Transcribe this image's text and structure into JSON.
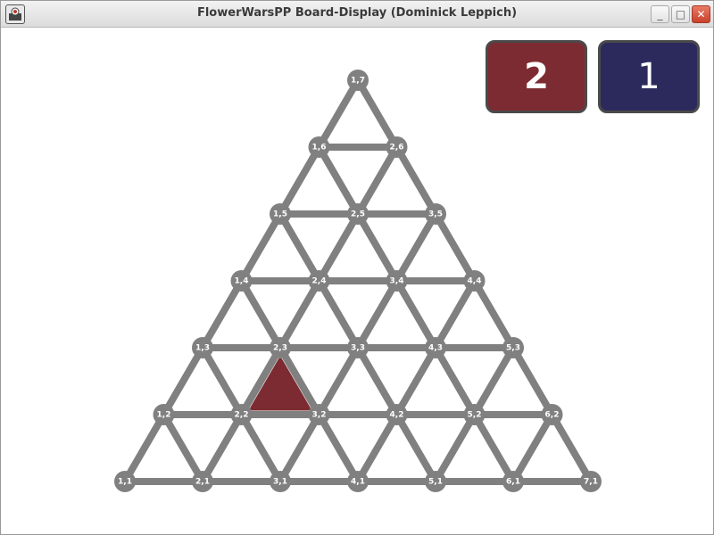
{
  "window": {
    "title": "FlowerWarsPP Board-Display (Dominick Leppich)",
    "app_icon": "flowerwars-app-icon",
    "controls": {
      "minimize": "_",
      "maximize": "□",
      "close": "✕"
    }
  },
  "scores": {
    "red": {
      "value": "2",
      "color": "#7d2b32"
    },
    "blue": {
      "value": "1",
      "color": "#2c2a5c"
    }
  },
  "board": {
    "edge_color": "#808080",
    "node_color": "#808080",
    "flower_color": "#7d2b32",
    "labels": {
      "1_1": "1,1",
      "2_1": "2,1",
      "3_1": "3,1",
      "4_1": "4,1",
      "5_1": "5,1",
      "6_1": "6,1",
      "7_1": "7,1",
      "1_2": "1,2",
      "2_2": "2,2",
      "3_2": "3,2",
      "4_2": "4,2",
      "5_2": "5,2",
      "6_2": "6,2",
      "1_3": "1,3",
      "2_3": "2,3",
      "3_3": "3,3",
      "4_3": "4,3",
      "5_3": "5,3",
      "1_4": "1,4",
      "2_4": "2,4",
      "3_4": "3,4",
      "4_4": "4,4",
      "1_5": "1,5",
      "2_5": "2,5",
      "3_5": "3,5",
      "1_6": "1,6",
      "2_6": "2,6",
      "1_7": "1,7"
    },
    "flowers": [
      {
        "vertices": [
          "2,2",
          "3,2",
          "2,3"
        ],
        "owner": "red"
      }
    ]
  }
}
